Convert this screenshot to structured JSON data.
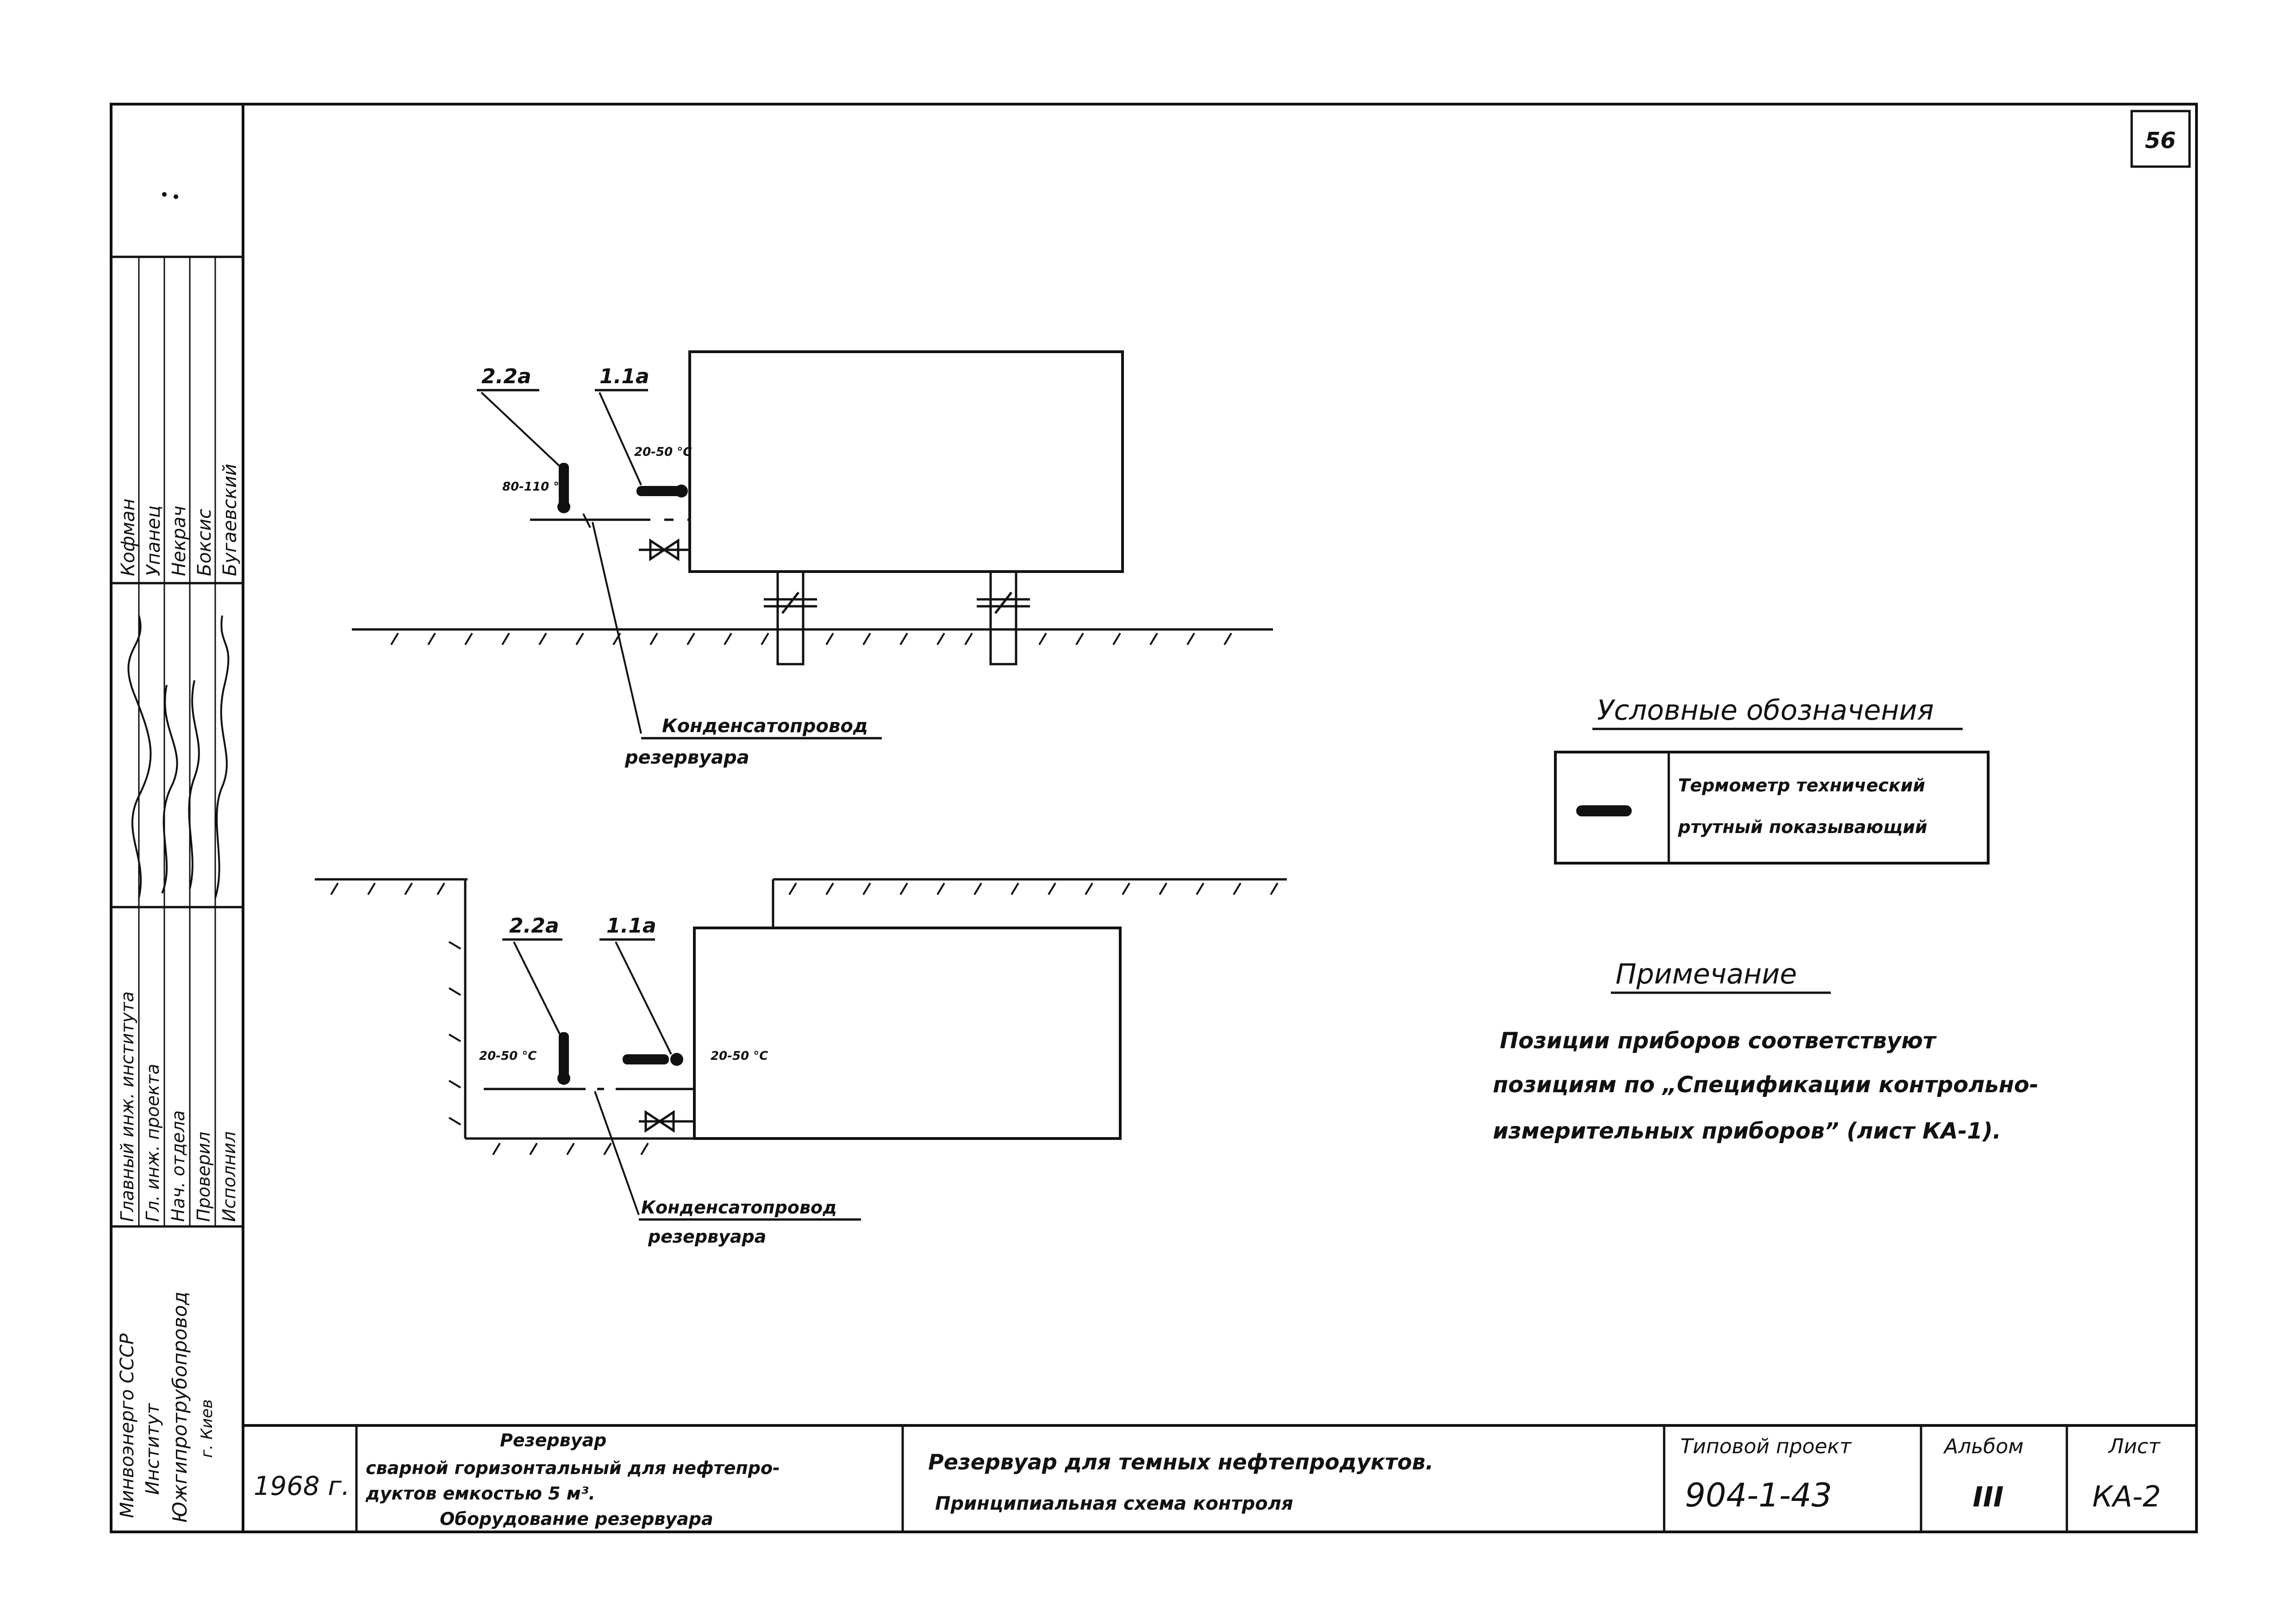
{
  "sheet": {
    "page_number": "56"
  },
  "left_strip": {
    "signers_titles": [
      "Главный инж. института",
      "Гл. инж. проекта",
      "Нач. отдела",
      "Проверил",
      "Исполнил"
    ],
    "signers_names": [
      "Кофман",
      "Упанец",
      "Некрач",
      "Боксис",
      "Бугаевский"
    ],
    "organization": [
      "Минвоэнерго СССР",
      "Институт",
      "Южгипротрубопровод",
      "г. Киев"
    ]
  },
  "upper_scheme": {
    "tag_left": "2.2а",
    "tag_right": "1.1а",
    "range_left": "80-110 °С",
    "range_right": "20-50 °С",
    "pipe_label_line1": "Конденсатопровод",
    "pipe_label_line2": "резервуара"
  },
  "lower_scheme": {
    "tag_left": "2.2а",
    "tag_right": "1.1а",
    "range_left": "20-50 °С",
    "range_right": "20-50 °С",
    "pipe_label_line1": "Конденсатопровод",
    "pipe_label_line2": "резервуара"
  },
  "legend": {
    "title": "Условные обозначения",
    "item_line1": "Термометр технический",
    "item_line2": "ртутный показывающий"
  },
  "note": {
    "title": "Примечание",
    "lines": [
      "Позиции приборов соответствуют",
      "позициям по „Спецификации контрольно-",
      "измерительных приборов” (лист КА-1)."
    ]
  },
  "title_block": {
    "year": "1968 г.",
    "object_lines": [
      "Резервуар",
      "сварной горизонтальный для нефтепро-",
      "дуктов емкостью 5 м³.",
      "Оборудование резервуара"
    ],
    "drawing_title_line1": "Резервуар для темных нефтепродуктов.",
    "drawing_title_line2": "Принципиальная схема контроля",
    "project_label": "Типовой проект",
    "project_number": "904-1-43",
    "album_label": "Альбом",
    "album_number": "III",
    "sheet_label": "Лист",
    "sheet_number": "КА-2"
  }
}
